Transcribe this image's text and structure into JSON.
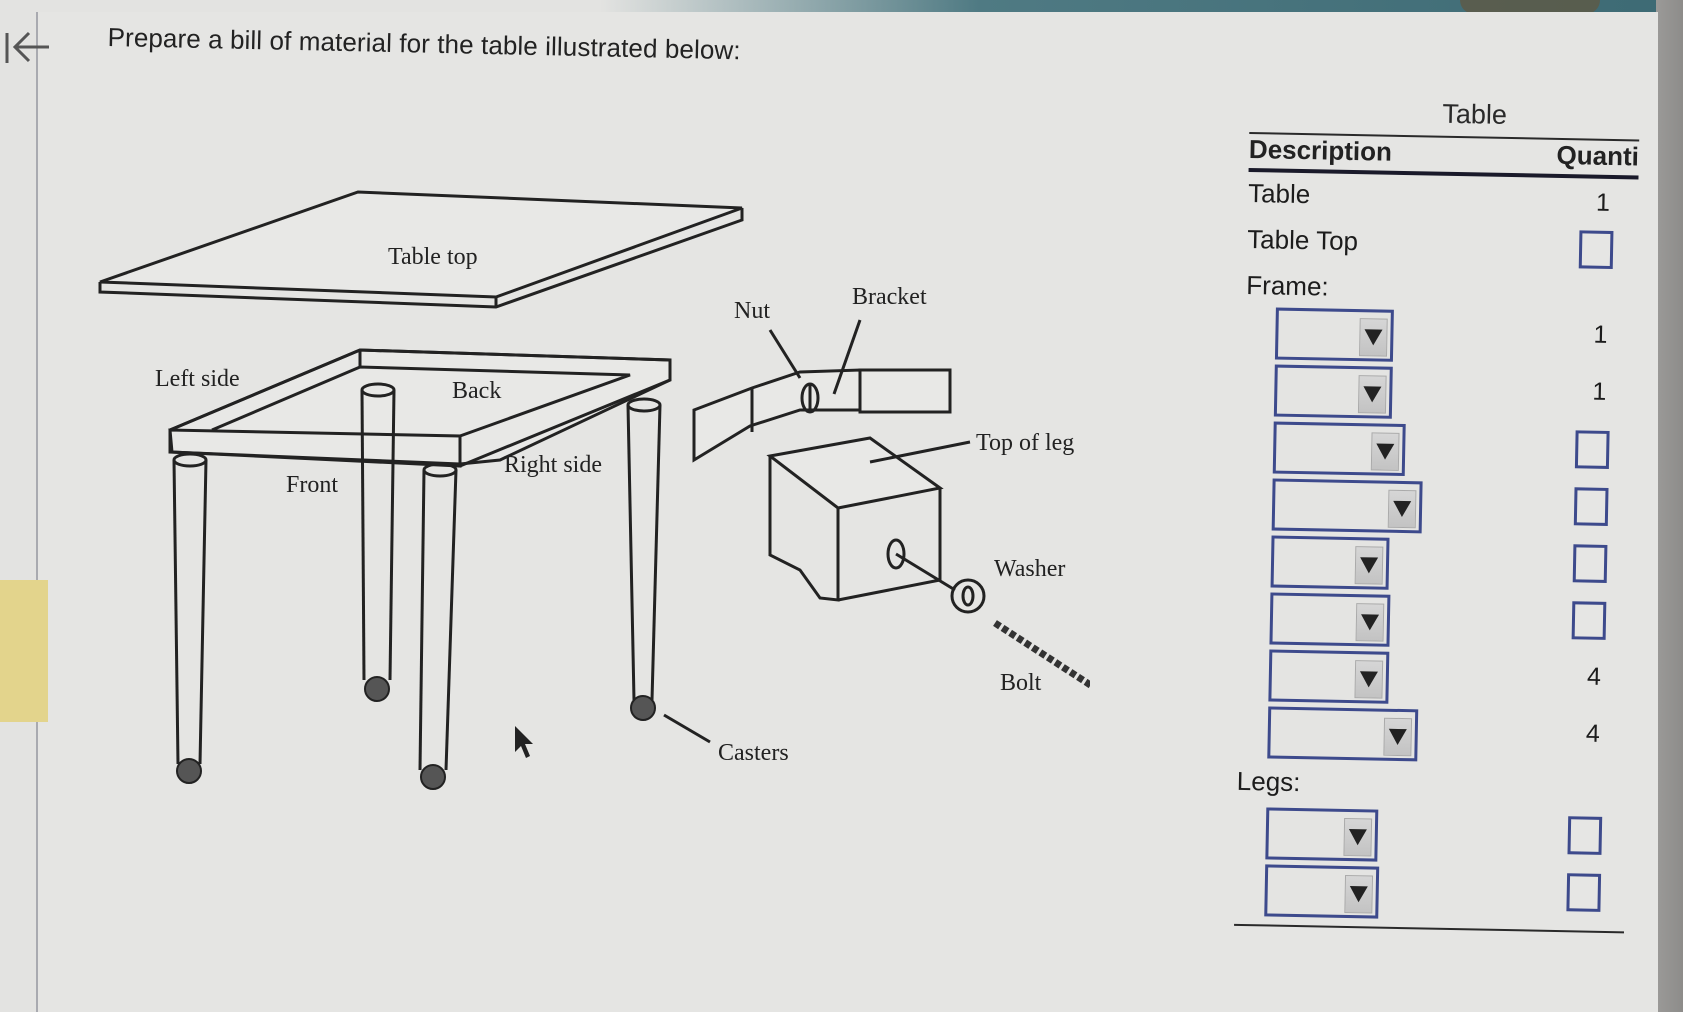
{
  "navigation": {
    "back_icon": "arrow-left-icon"
  },
  "question": {
    "prompt": "Prepare a bill of material for the table illustrated below:"
  },
  "diagram": {
    "labels": {
      "table_top": "Table top",
      "left_side": "Left side",
      "back": "Back",
      "front": "Front",
      "right_side": "Right side",
      "nut": "Nut",
      "bracket": "Bracket",
      "top_of_leg": "Top of leg",
      "washer": "Washer",
      "bolt": "Bolt",
      "casters": "Casters"
    }
  },
  "bom": {
    "caption": "Table",
    "headers": {
      "description": "Description",
      "quantity": "Quanti"
    },
    "rows": {
      "table": {
        "description": "Table",
        "quantity": "1"
      },
      "table_top": {
        "description": "Table Top",
        "quantity": ""
      }
    },
    "frame": {
      "label": "Frame:",
      "items": [
        {
          "selected": "",
          "quantity": "1",
          "quantity_editable": false
        },
        {
          "selected": "",
          "quantity": "1",
          "quantity_editable": false
        },
        {
          "selected": "",
          "quantity": "",
          "quantity_editable": true
        },
        {
          "selected": "",
          "quantity": "",
          "quantity_editable": true
        },
        {
          "selected": "",
          "quantity": "",
          "quantity_editable": true
        },
        {
          "selected": "",
          "quantity": "",
          "quantity_editable": true
        },
        {
          "selected": "",
          "quantity": "4",
          "quantity_editable": false
        },
        {
          "selected": "",
          "quantity": "4",
          "quantity_editable": false
        }
      ]
    },
    "legs": {
      "label": "Legs:",
      "items": [
        {
          "selected": "",
          "quantity": "",
          "quantity_editable": true
        },
        {
          "selected": "",
          "quantity": "",
          "quantity_editable": true
        }
      ]
    }
  },
  "colors": {
    "input_border": "#3d4a8c",
    "highlight_tab": "#e3d48c",
    "topbar": "#3d6a74"
  }
}
